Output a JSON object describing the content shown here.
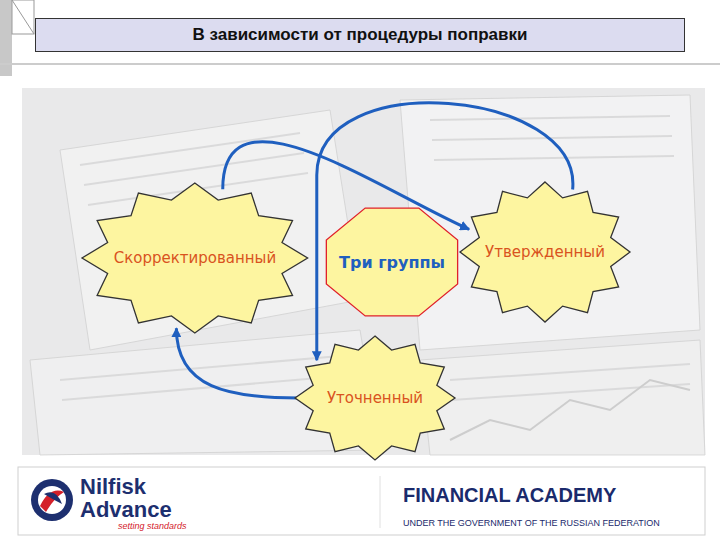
{
  "diagram": {
    "title": "В зависимости от процедуры поправки",
    "nodes": [
      {
        "text": [
          "Скорректированный"
        ]
      },
      {
        "text": [
          "Три группы"
        ]
      },
      {
        "text": [
          "Утвержденный"
        ]
      },
      {
        "text": [
          "Уточненный"
        ]
      }
    ],
    "edges": [
      {
        "from": 0,
        "to": 2,
        "arrow": "to"
      },
      {
        "from": 2,
        "to": 3,
        "arrow": "to"
      },
      {
        "from": 3,
        "to": 0,
        "arrow": "to"
      }
    ],
    "labels": [
      "Nilfisk",
      "Advance",
      "setting standards",
      "FINANCIAL ACADEMY",
      "UNDER THE GOVERNMENT OF THE RUSSIAN FEDERATION"
    ]
  }
}
